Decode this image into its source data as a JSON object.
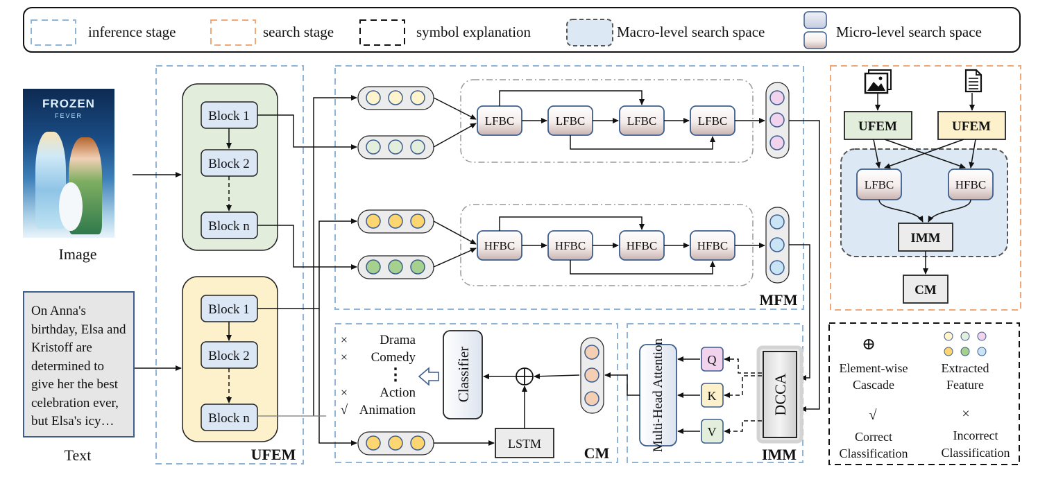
{
  "legend": {
    "inference": "inference stage",
    "search": "search stage",
    "symbol": "symbol explanation",
    "macro": "Macro-level search space",
    "micro": "Micro-level search space"
  },
  "inputs": {
    "image_label": "Image",
    "text_label": "Text",
    "poster_title": "FROZEN",
    "poster_subtitle": "FEVER",
    "text_content": "On Anna's birthday, Elsa and Kristoff are determined to give her the best celebration ever, but Elsa's icy…"
  },
  "ufem": {
    "label": "UFEM",
    "image_blocks": [
      "Block 1",
      "Block 2",
      "Block n"
    ],
    "text_blocks": [
      "Block 1",
      "Block 2",
      "Block n"
    ]
  },
  "mfm": {
    "label": "MFM",
    "lfbc_row": [
      "LFBC",
      "LFBC",
      "LFBC",
      "LFBC"
    ],
    "hfbc_row": [
      "HFBC",
      "HFBC",
      "HFBC",
      "HFBC"
    ]
  },
  "cm": {
    "label": "CM",
    "classifier": "Classifier",
    "lstm": "LSTM",
    "oplus": "⊕",
    "vdots": "⋮",
    "genres": [
      {
        "mark": "×",
        "name": "Drama"
      },
      {
        "mark": "×",
        "name": "Comedy"
      },
      {
        "mark": "×",
        "name": "Action"
      },
      {
        "mark": "√",
        "name": "Animation"
      }
    ]
  },
  "imm": {
    "label": "IMM",
    "attention": "Multi-Head Attention",
    "q": "Q",
    "k": "K",
    "v": "V",
    "dcca": "DCCA"
  },
  "search_panel": {
    "ufem_left": "UFEM",
    "ufem_right": "UFEM",
    "lfbc": "LFBC",
    "hfbc": "HFBC",
    "imm": "IMM",
    "cm": "CM"
  },
  "symbols": {
    "oplus": "⊕",
    "cascade_1": "Element-wise",
    "cascade_2": "Cascade",
    "feature_1": "Extracted",
    "feature_2": "Feature",
    "check": "√",
    "cross": "×",
    "correct_1": "Correct",
    "correct_2": "Classification",
    "incorrect_1": "Incorrect",
    "incorrect_2": "Classification"
  },
  "colors": {
    "inference_border": "#8fb4da",
    "search_border": "#f0a878",
    "image_branch": "#e2eedb",
    "text_branch": "#fdf1cc",
    "block_fill": "#dbe7f5",
    "macro_fill": "#dce8f4",
    "feat_yellow_light": "#fff4cc",
    "feat_green_light": "#e3eedd",
    "feat_pink": "#f1d3ee",
    "feat_yellow": "#fdd672",
    "feat_green": "#a6d08e",
    "feat_blue": "#c8e4f5",
    "feat_orange": "#f5cfb4"
  }
}
